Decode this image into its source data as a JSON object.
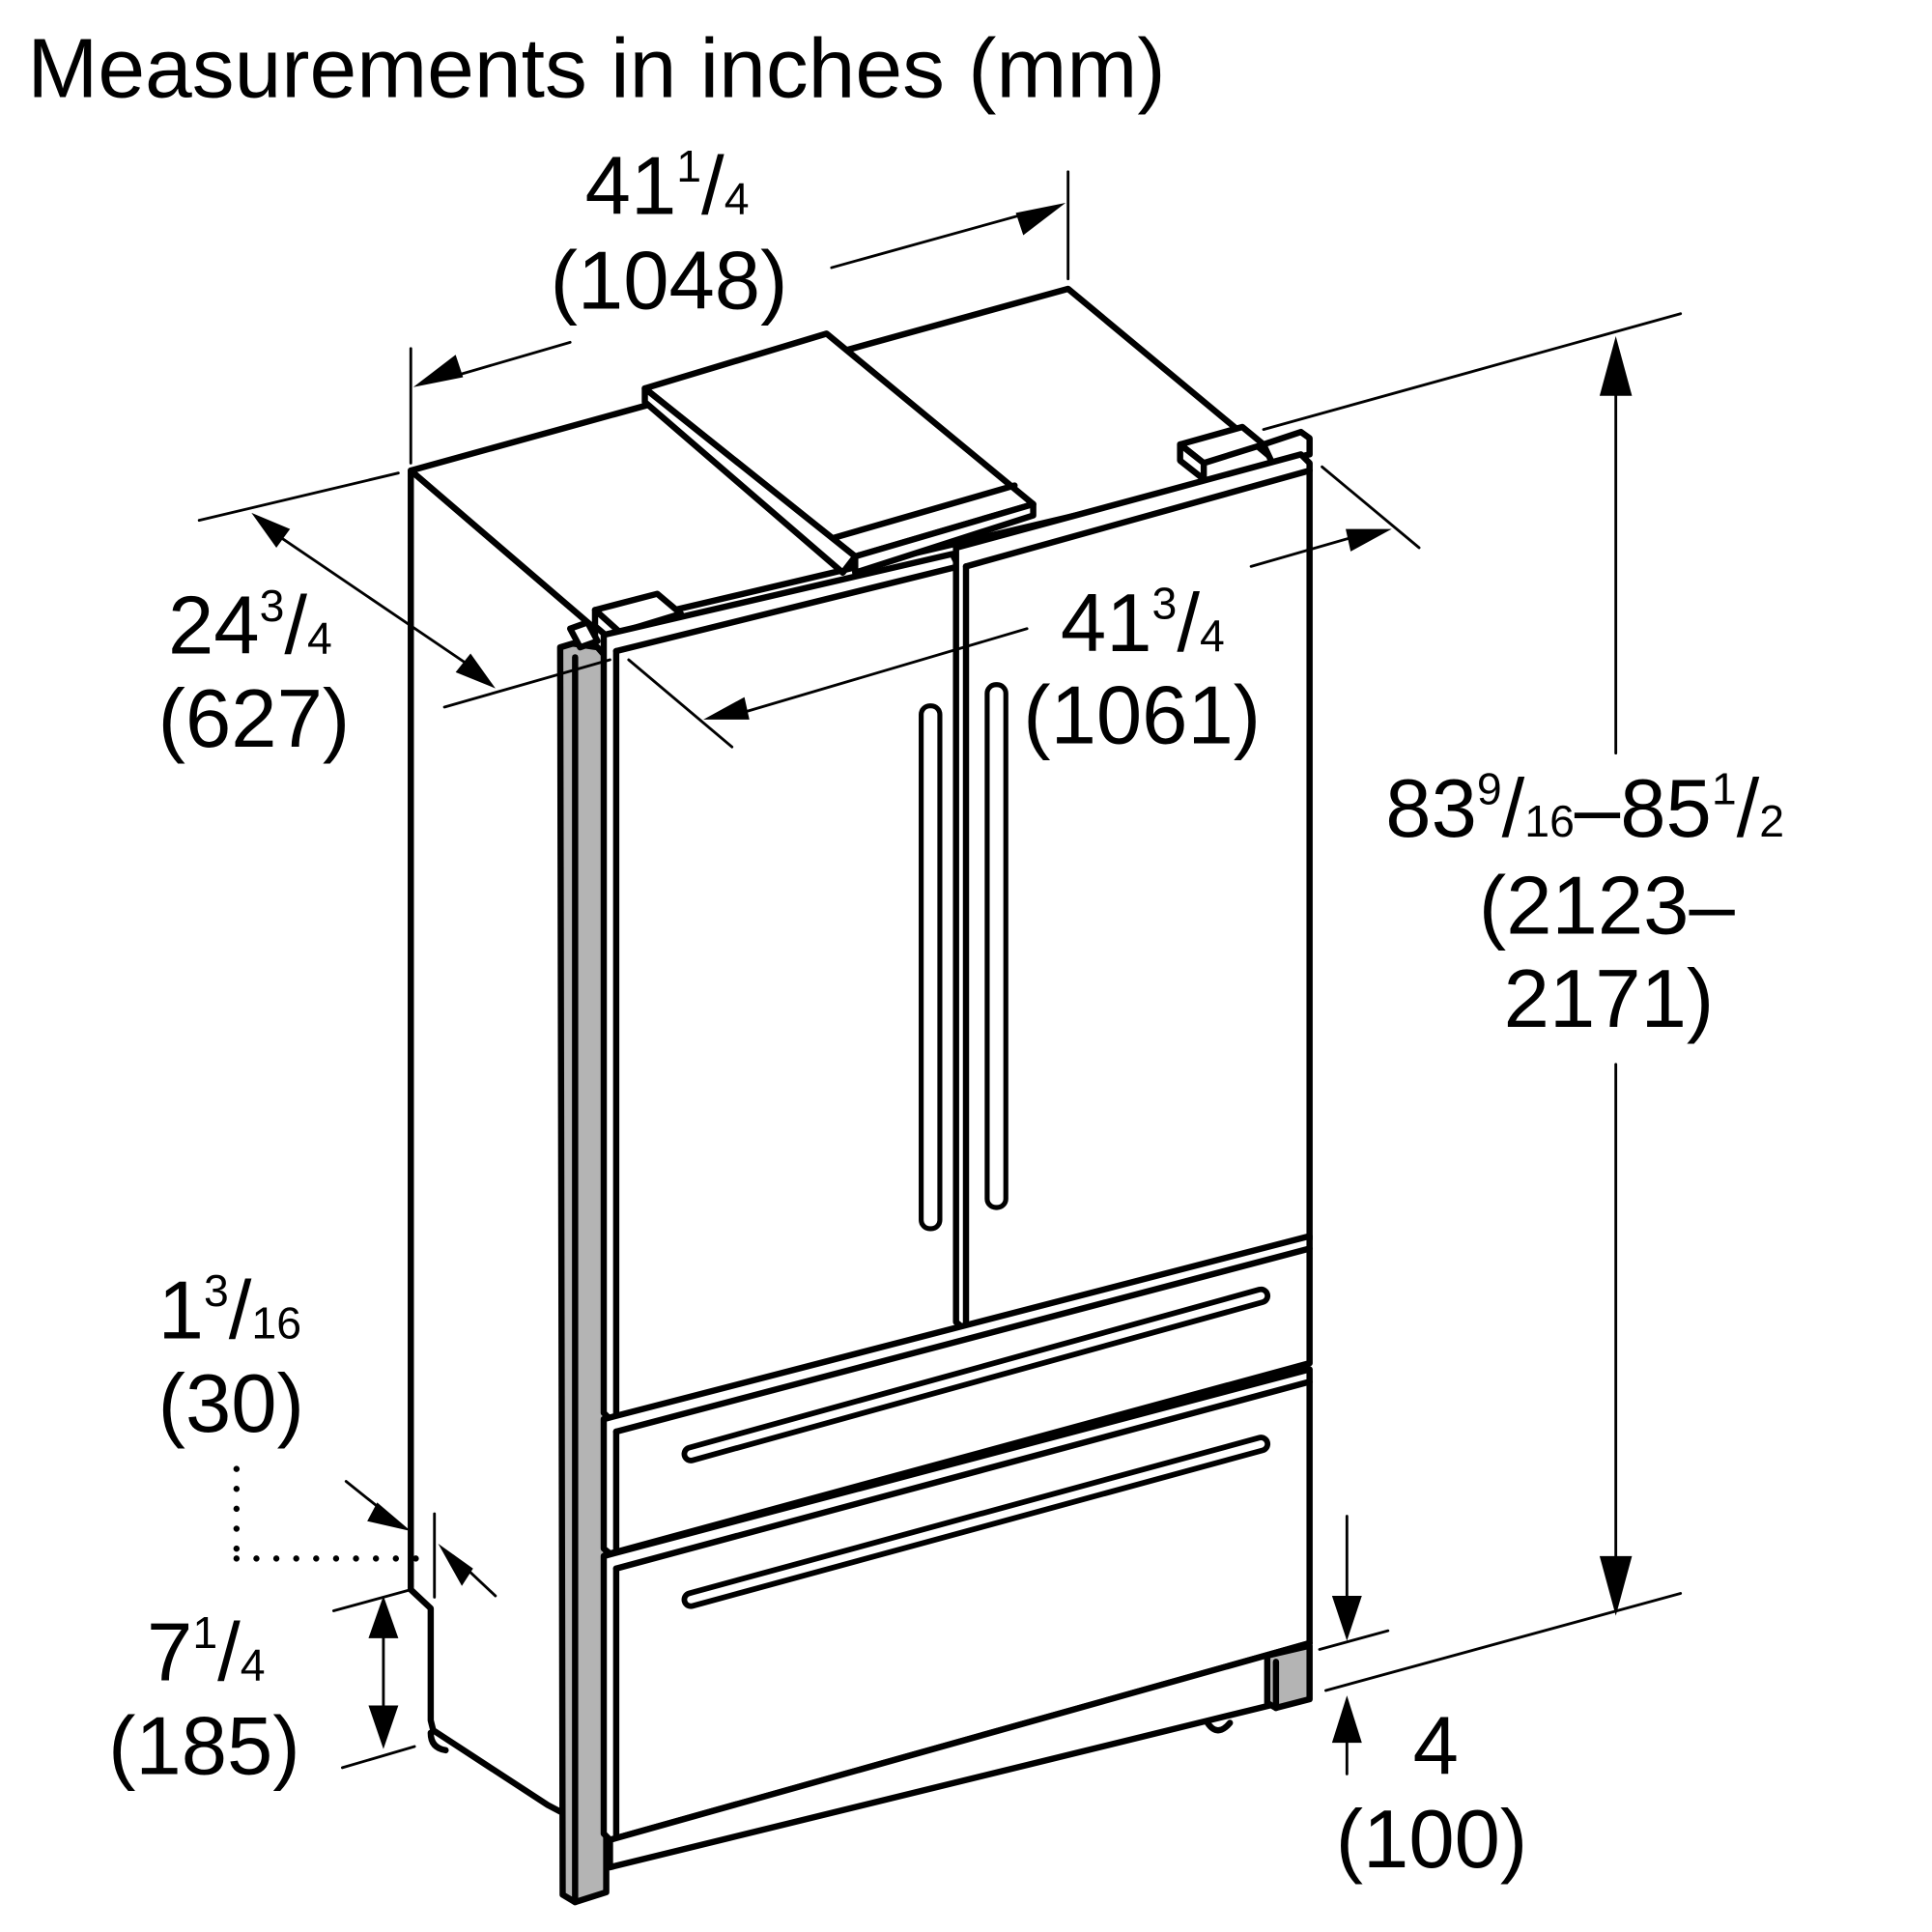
{
  "title": "Measurements in inches (mm)",
  "colors": {
    "line": "#000000",
    "background": "#ffffff",
    "trim_fill": "#b4b4b4"
  },
  "dimensions": {
    "width_top": {
      "whole": "41",
      "num": "1",
      "den": "4",
      "mm": "(1048)",
      "description": "cabinet width"
    },
    "depth": {
      "whole": "24",
      "num": "3",
      "den": "4",
      "mm": "(627)",
      "description": "cabinet depth"
    },
    "width_with_doors": {
      "whole": "41",
      "num": "3",
      "den": "4",
      "mm": "(1061)",
      "description": "width incl. doors"
    },
    "height": {
      "min_whole": "83",
      "min_num": "9",
      "min_den": "16",
      "dash": "–",
      "max_whole": "85",
      "max_num": "1",
      "max_den": "2",
      "mm_line1": "(2123–",
      "mm_line2": "2171)",
      "description": "overall height range"
    },
    "side_offset": {
      "whole": "1",
      "num": "3",
      "den": "16",
      "mm": "(30)",
      "description": "side panel offset"
    },
    "toe_kick_height": {
      "whole": "7",
      "num": "1",
      "den": "4",
      "mm": "(185)",
      "description": "toe kick height"
    },
    "base_height": {
      "whole": "4",
      "mm": "(100)",
      "description": "base/plinth height"
    }
  },
  "components": [
    "cabinet",
    "top-cover",
    "left-french-door",
    "right-french-door",
    "upper-drawer",
    "lower-drawer",
    "door-handles",
    "drawer-handles",
    "side-trim-strip",
    "base-plinth"
  ]
}
